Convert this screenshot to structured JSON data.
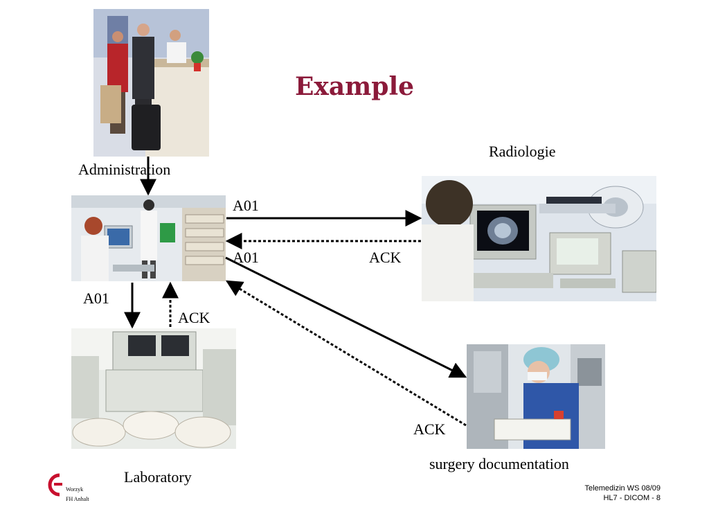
{
  "title": "Example",
  "nodes": {
    "administration": {
      "label": "Administration",
      "image": "reception-desk-photo"
    },
    "hub": {
      "image": "hospital-workstation-photo"
    },
    "radiology": {
      "label": "Radiologie",
      "image": "ct-scanner-photo"
    },
    "laboratory": {
      "label": "Laboratory",
      "image": "lab-analyzer-photo"
    },
    "surgery": {
      "label": "surgery documentation",
      "image": "surgeon-photo"
    }
  },
  "messages": {
    "to_radiology": "A01",
    "to_surgery": "A01",
    "radiology_ack": "ACK",
    "to_laboratory": "A01",
    "laboratory_ack": "ACK",
    "surgery_ack": "ACK"
  },
  "footer": {
    "logo_line1": "Worzyk",
    "logo_line2": "FH Anhalt",
    "course": "Telemedizin WS 08/09",
    "slide": "HL7 - DICOM - 8"
  },
  "colors": {
    "title": "#8b1a3a",
    "logo": "#c8102e",
    "arrow": "#000000"
  }
}
